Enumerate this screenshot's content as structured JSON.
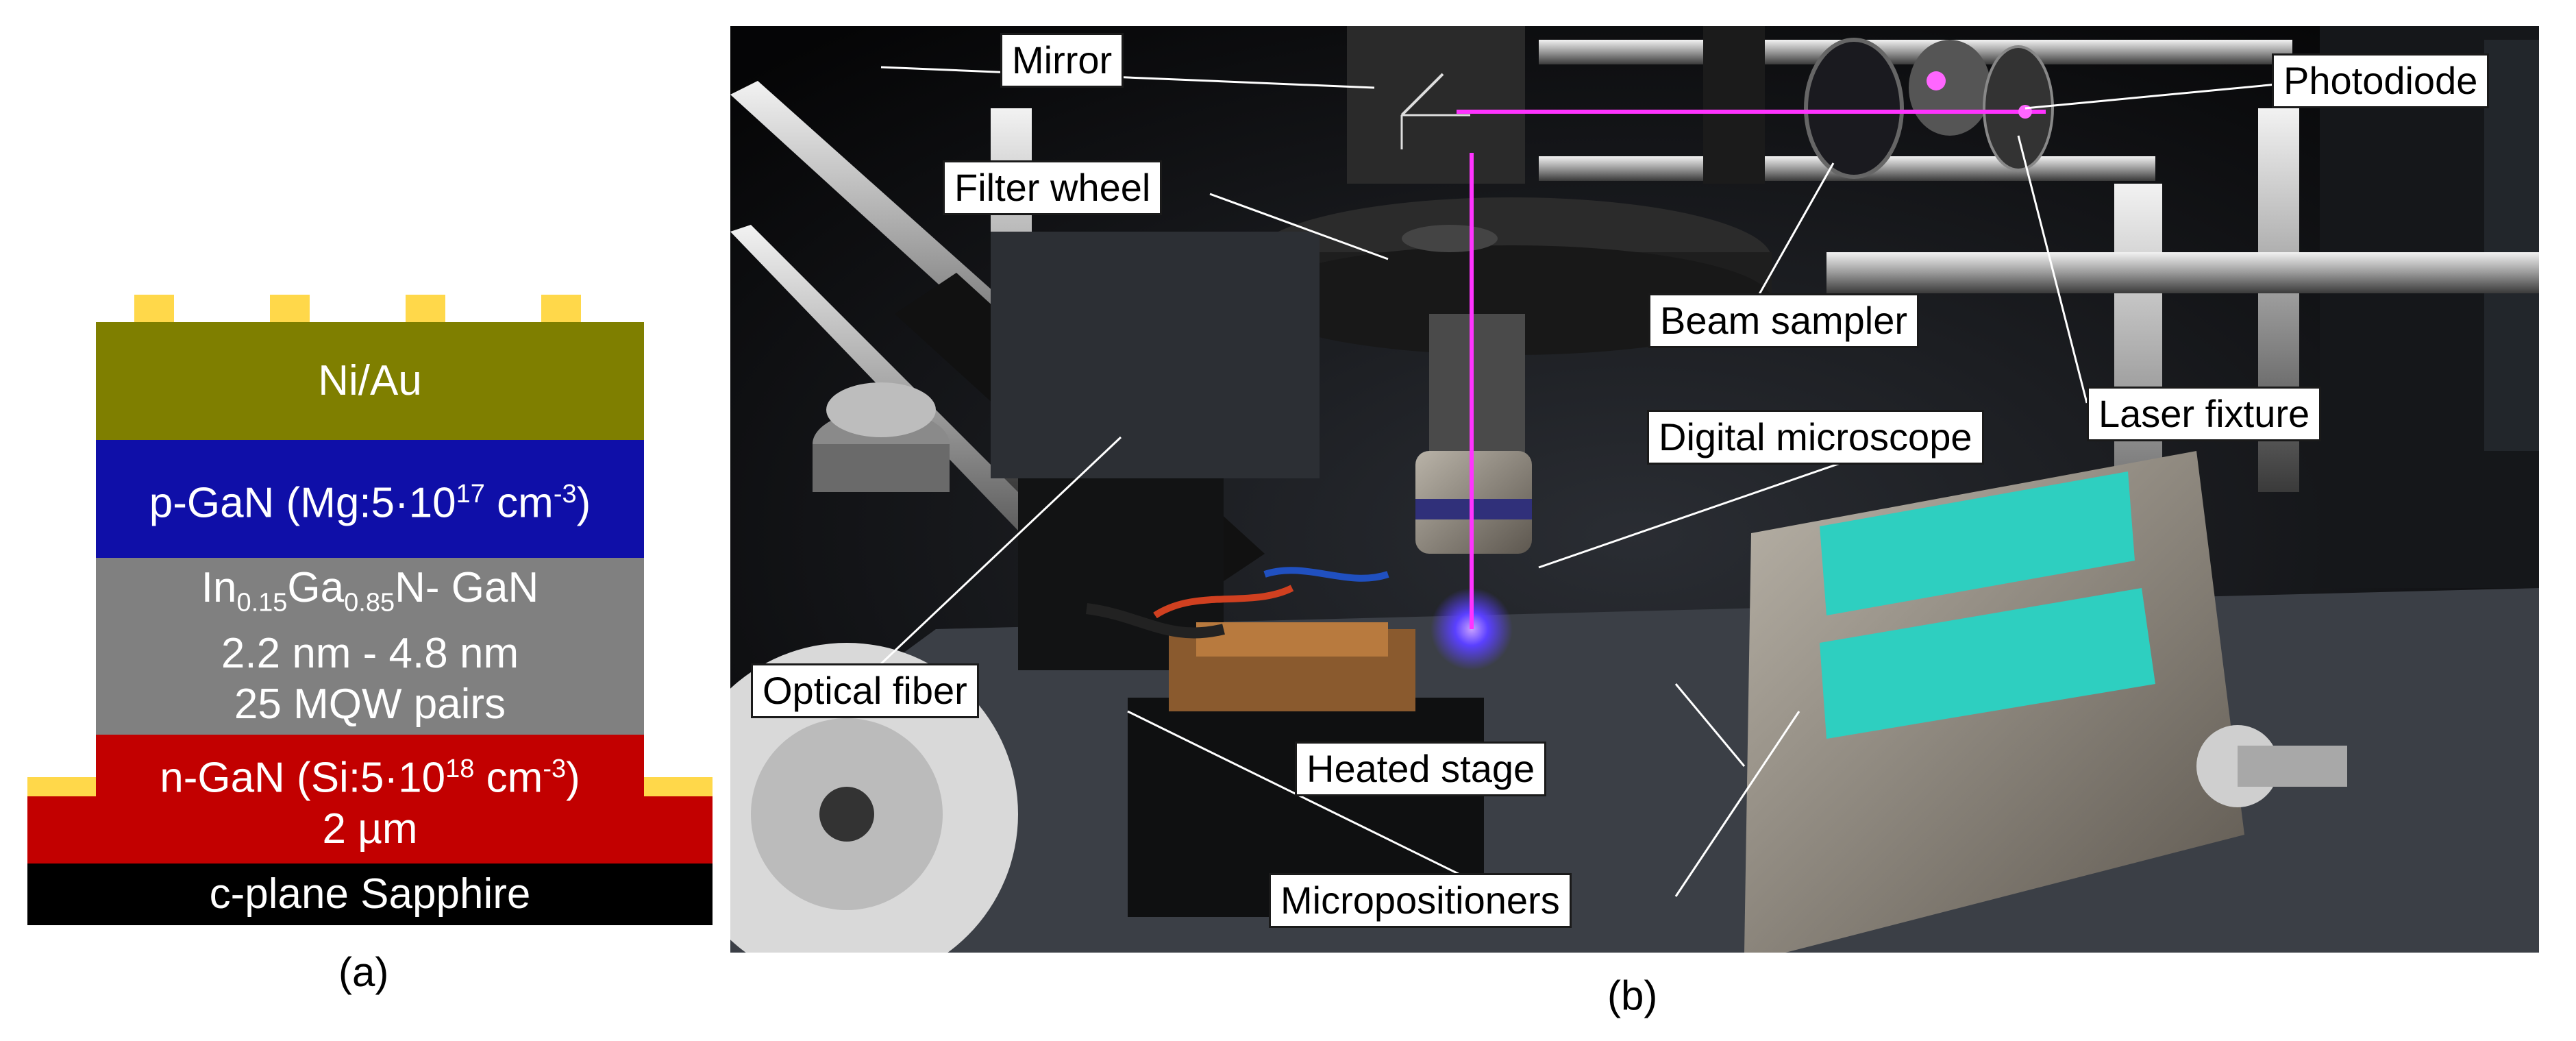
{
  "panel_a": {
    "caption": "(a)",
    "layers": {
      "metal": "Ni/Au",
      "p_gan": {
        "pre": "p-GaN (Mg:5·10",
        "sup": "17",
        "post": " cm",
        "sup2": "-3",
        "end": ")"
      },
      "mqw": {
        "line1": {
          "a": "In",
          "s1": "0.15",
          "b": "Ga",
          "s2": "0.85",
          "c": "N- GaN"
        },
        "line2": "2.2 nm - 4.8 nm",
        "line3": "25 MQW pairs"
      },
      "n_gan": {
        "pre": "n-GaN (Si:5·10",
        "sup": "18",
        "post": " cm",
        "sup2": "-3",
        "end": ")",
        "line2": "2 µm"
      },
      "substrate": "c-plane Sapphire"
    },
    "colors": {
      "metal": "#7f7f00",
      "p_gan": "#0f0fa8",
      "mqw": "#808080",
      "n_gan": "#c20000",
      "substrate": "#000000",
      "contact": "#ffd84a"
    }
  },
  "panel_b": {
    "caption": "(b)",
    "labels": {
      "mirror": "Mirror",
      "photodiode": "Photodiode",
      "filter_wheel": "Filter wheel",
      "beam_sampler": "Beam sampler",
      "digital_microscope": "Digital microscope",
      "laser_fixture": "Laser fixture",
      "optical_fiber": "Optical fiber",
      "heated_stage": "Heated stage",
      "micropositioners": "Micropositioners"
    },
    "colors": {
      "laser": "#ff33ff",
      "stage_tape": "#2ecfc0"
    }
  }
}
